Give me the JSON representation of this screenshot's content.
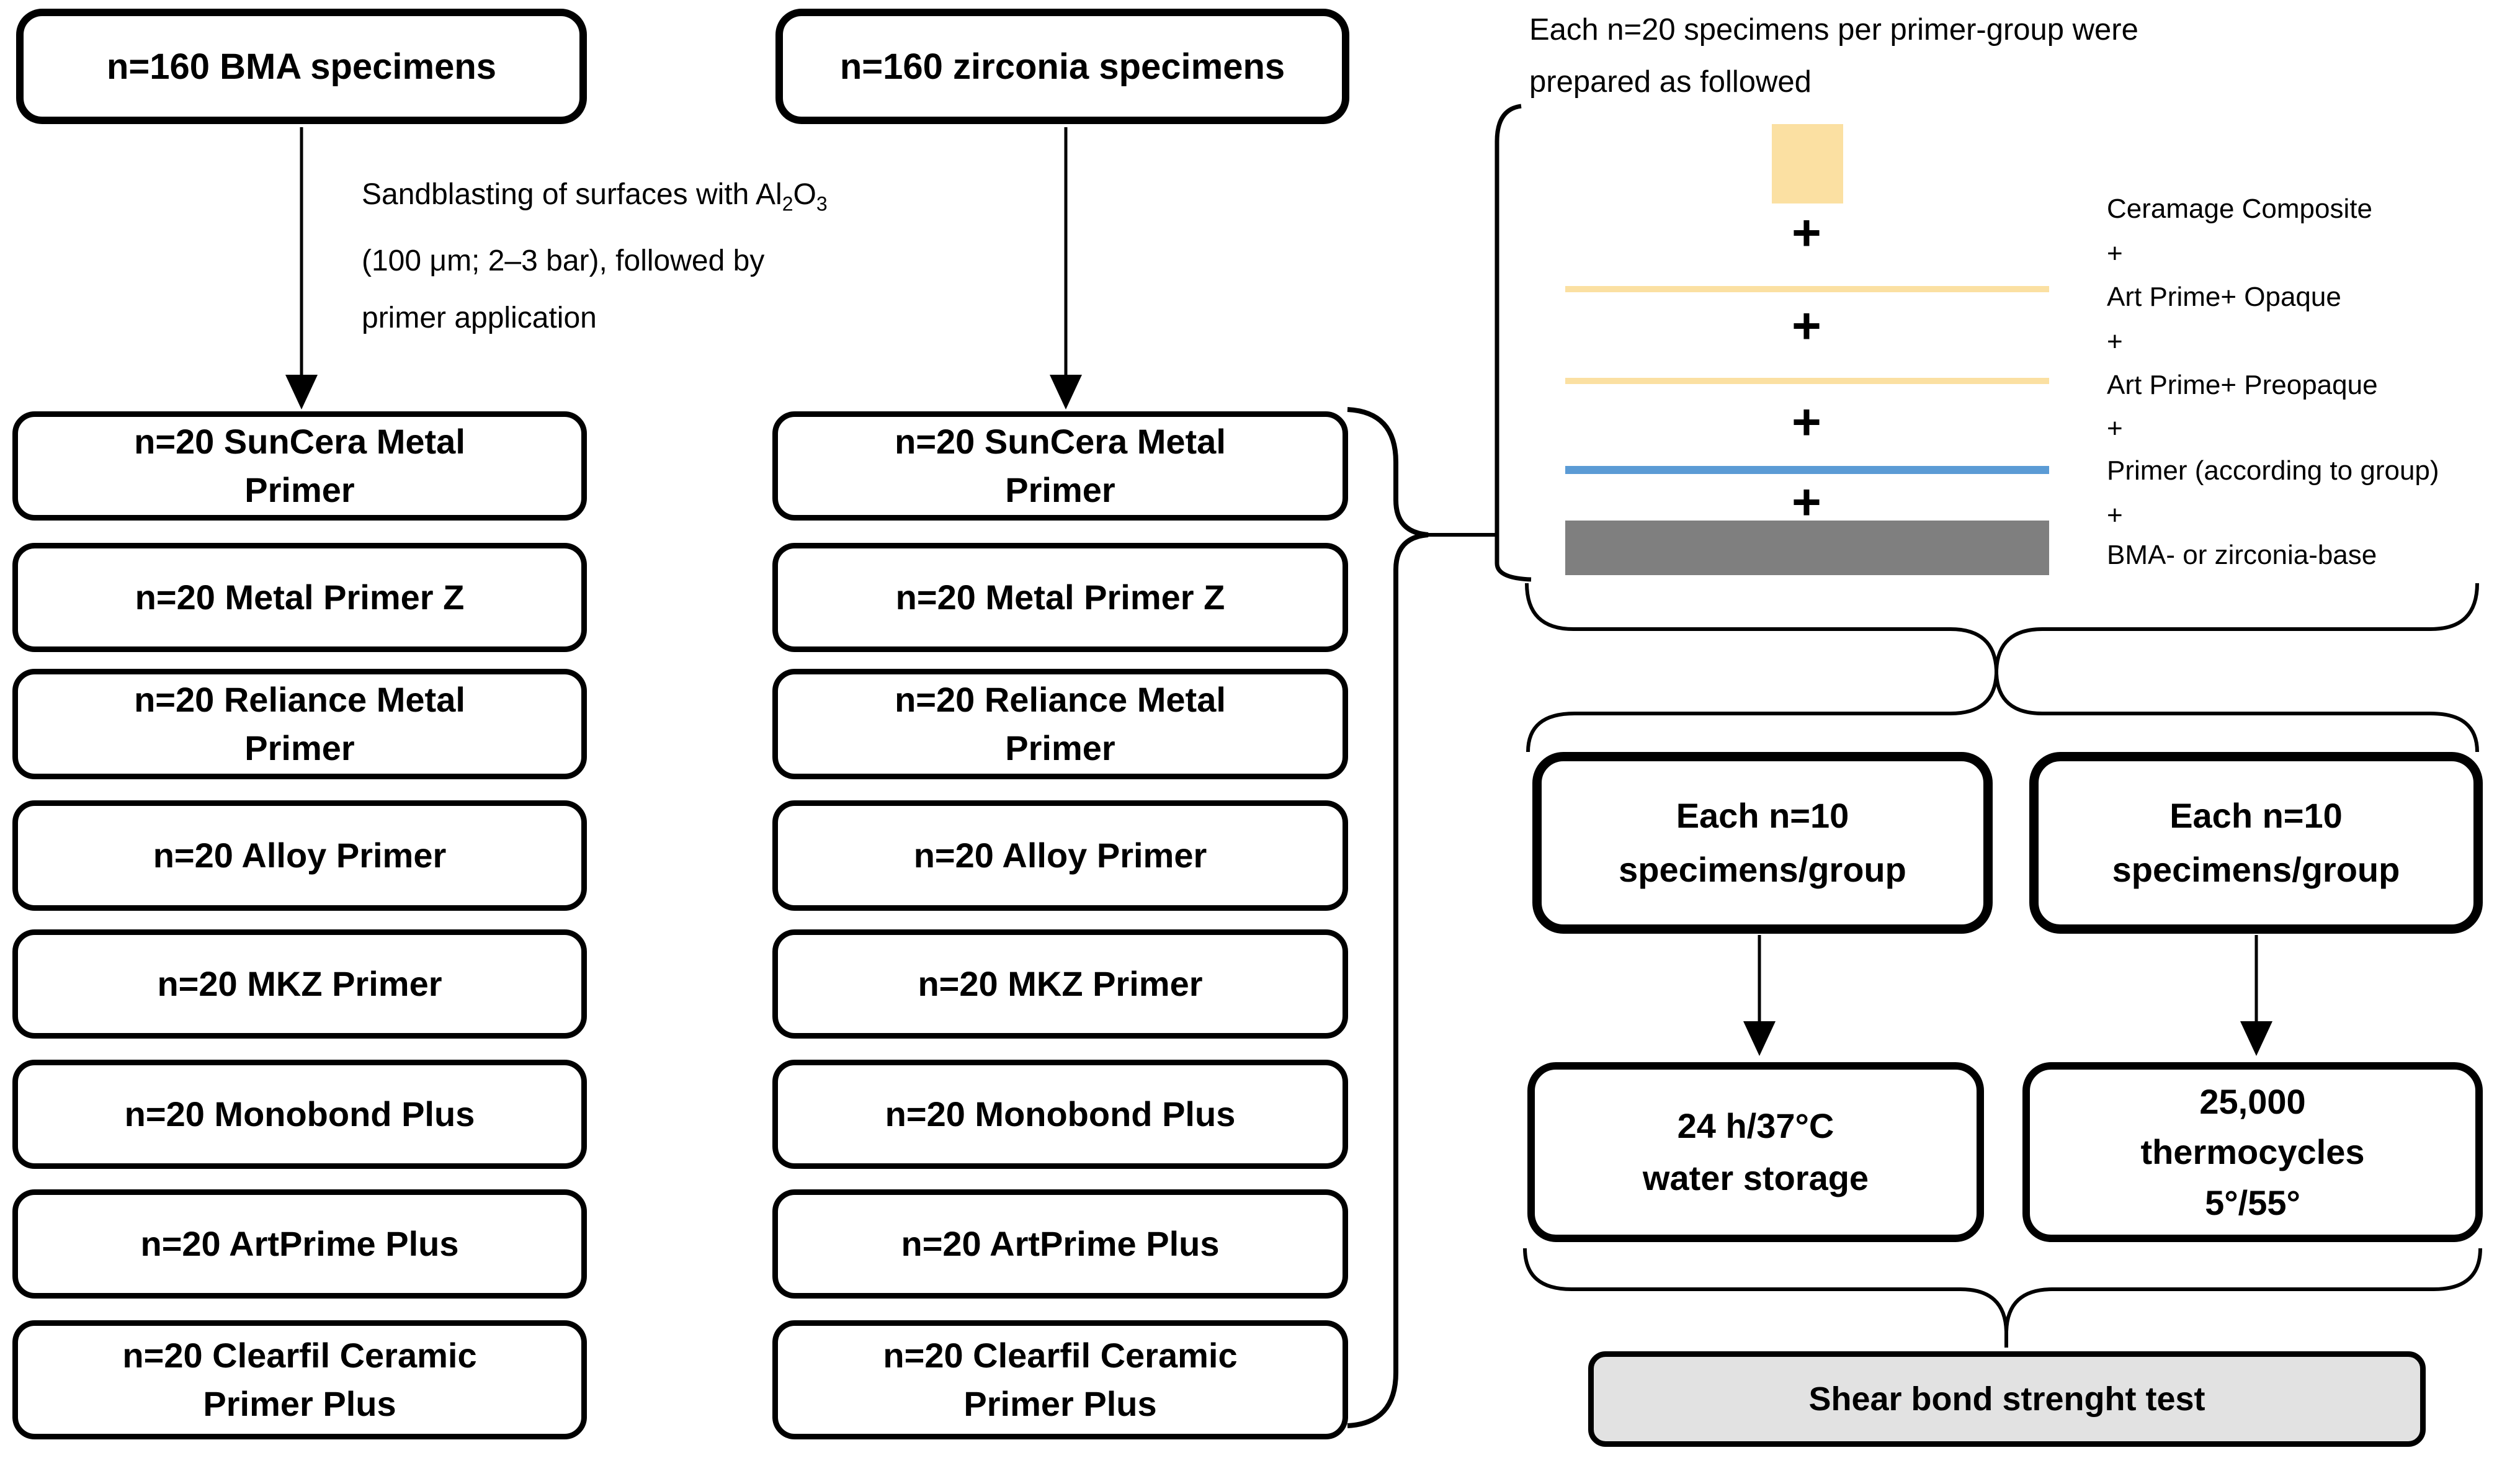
{
  "columns": {
    "left_top_box": "n=160 BMA specimens",
    "middle_top_box": "n=160 zirconia specimens"
  },
  "primer_groups": [
    "n=20 SunCera Metal\nPrimer",
    "n=20 Metal Primer Z",
    "n=20 Reliance Metal\nPrimer",
    "n=20 Alloy Primer",
    "n=20 MKZ Primer",
    "n=20 Monobond Plus",
    "n=20 ArtPrime Plus",
    "n=20 Clearfil Ceramic\nPrimer Plus"
  ],
  "note": {
    "line1_a": "Sandblasting of surfaces with Al",
    "line1_sub1": "2",
    "line1_b": "O",
    "line1_sub2": "3",
    "line2": "(100 μm; 2–3 bar), followed by",
    "line3": "primer application"
  },
  "preparation": {
    "heading_line1": "Each n=20 specimens per primer-group were",
    "heading_line2": "prepared as followed",
    "plus": "+"
  },
  "layer_labels": [
    "Ceramage Composite",
    "+",
    "Art Prime+ Opaque",
    "+",
    "Art Prime+ Preopaque",
    "+",
    "Primer (according to group)",
    "+",
    "BMA- or zirconia-base"
  ],
  "group_boxes": {
    "left": "Each n=10\nspecimens/group",
    "right": "Each n=10\nspecimens/group"
  },
  "condition_boxes": {
    "left": "24 h/37°C\nwater storage",
    "right": "25,000\nthermocycles\n5°/55°"
  },
  "shear_test_label": "Shear bond strenght test",
  "colors": {
    "layer_yellow": "#FBE0A2",
    "layer_blue": "#5B9BD5",
    "layer_gray": "#7F7F7F",
    "shear_fill": "#E2E2E2",
    "line_black": "#000000"
  }
}
